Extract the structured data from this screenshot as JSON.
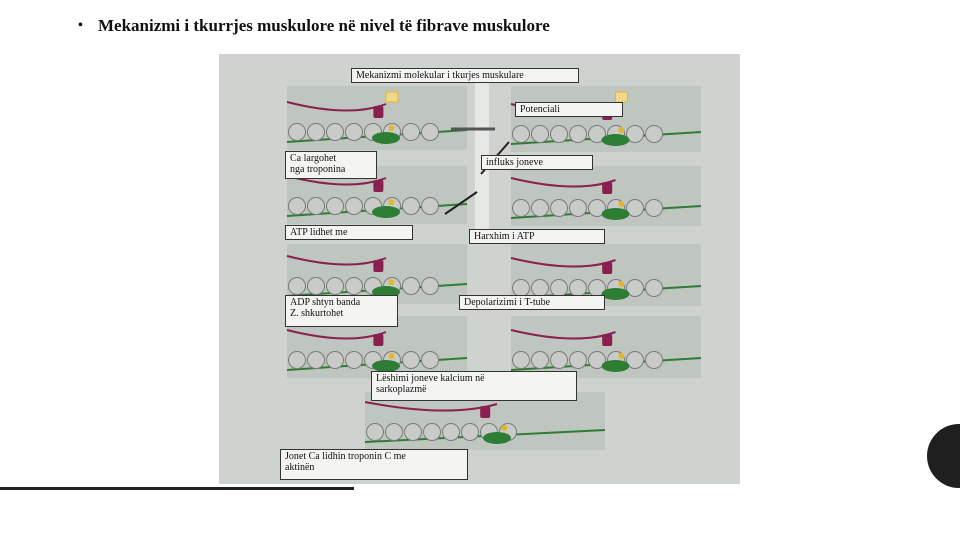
{
  "slide": {
    "bullet": "•",
    "title": "Mekanizmi i tkurrjes muskulore në nivel të fibrave muskulore"
  },
  "figure": {
    "header": "Mekanizmi molekular i tkurjes muskulare",
    "labels": {
      "potenciali": "Potenciali",
      "ca_largohet_1": "Ca largohet",
      "ca_largohet_2": "nga troponina",
      "influks": "influks joneve",
      "atp_lidhet": "ATP lidhet me",
      "harxhim": "Harxhim i ATP",
      "adp_1": "ADP shtyn banda",
      "adp_2": "Z. shkurtohet",
      "depolarizimi": "Depolarizimi i  T-tube",
      "leshimi_1": "Lëshimi joneve kalcium në",
      "leshimi_2": "sarkoplazmë",
      "jonet_1": "Jonet Ca lidhin troponin C me",
      "jonet_2": "aktinën"
    }
  },
  "colors": {
    "figure_bg": "#cfd3cf",
    "panel": "#bfc5bf",
    "actin_bead": "#c9cbc9",
    "myosin_head": "#8a2050",
    "filament": "#2e7d35",
    "troponin": "#e0b830",
    "accent_dark": "#1f1f1f"
  }
}
